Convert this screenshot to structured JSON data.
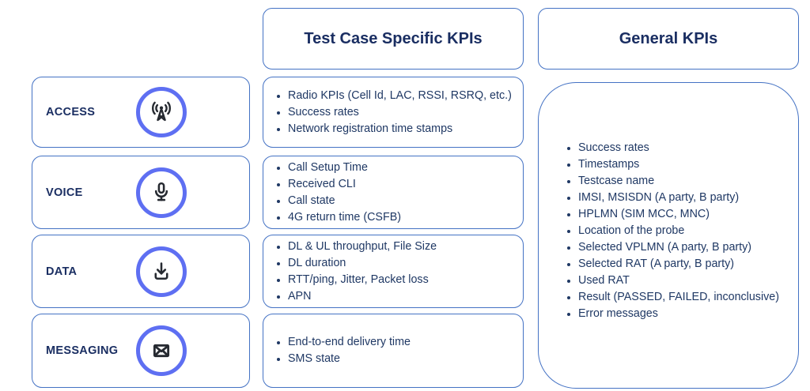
{
  "headers": {
    "specific": "Test Case Specific KPIs",
    "general": "General KPIs"
  },
  "categories": [
    {
      "label": "ACCESS",
      "icon": "antenna-icon",
      "kpis": [
        "Radio KPIs (Cell Id, LAC, RSSI, RSRQ, etc.)",
        "Success rates",
        "Network registration time stamps"
      ]
    },
    {
      "label": "VOICE",
      "icon": "microphone-icon",
      "kpis": [
        "Call Setup Time",
        "Received CLI",
        "Call state",
        "4G return time (CSFB)"
      ]
    },
    {
      "label": "DATA",
      "icon": "download-icon",
      "kpis": [
        "DL & UL throughput, File Size",
        "DL duration",
        "RTT/ping, Jitter, Packet loss",
        "APN"
      ]
    },
    {
      "label": "MESSAGING",
      "icon": "envelope-icon",
      "kpis": [
        "End-to-end delivery time",
        "SMS state"
      ]
    }
  ],
  "general_kpis": [
    "Success rates",
    "Timestamps",
    "Testcase name",
    "IMSI, MSISDN (A party, B party)",
    "HPLMN (SIM MCC, MNC)",
    "Location of the probe",
    "Selected VPLMN (A party, B party)",
    "Selected RAT (A party, B party)",
    "Used RAT",
    "Result (PASSED, FAILED, inconclusive)",
    "Error messages"
  ],
  "colors": {
    "border_blue": "#4472c4",
    "text_navy": "#1f3864",
    "title_navy": "#1a2e62",
    "icon_ring_blue": "#5e6ff2",
    "icon_glyph": "#262a31",
    "background": "#ffffff"
  }
}
